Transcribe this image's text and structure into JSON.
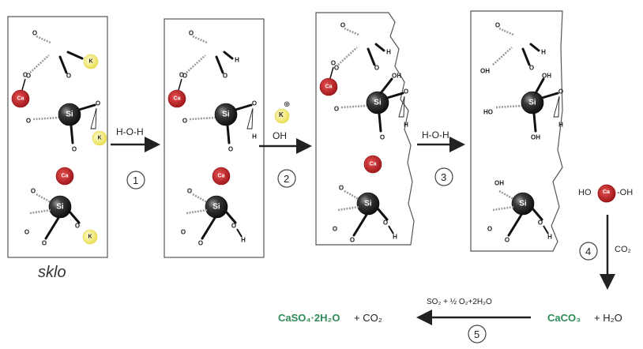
{
  "glass_label": "sklo",
  "atoms": {
    "si": "Si",
    "ca": "Ca",
    "k": "K",
    "o": "O",
    "h": "H",
    "oh": "OH"
  },
  "steps": {
    "s1": {
      "number": "1",
      "reagent": "H-O-H"
    },
    "s2": {
      "number": "2",
      "ion": "K",
      "ion_charge": "⊕",
      "oh": "OH"
    },
    "s3": {
      "number": "3",
      "reagent": "H-O-H"
    },
    "s4": {
      "number": "4",
      "reagent": "CO₂"
    },
    "s5": {
      "number": "5",
      "reagent": "SO₂ + ½ O₂+2H₂O"
    }
  },
  "species": {
    "ca_hydroxide_left": "HO",
    "ca_hydroxide_right": "-OH",
    "calcite": "CaCO₃",
    "calcite_water": "+ H₂O",
    "gypsum": "CaSO₄·2H₂O",
    "gypsum_co2": "+ CO₂"
  },
  "colors": {
    "ca": "#c8202a",
    "k": "#f2ea6a",
    "si": "#2a2a2a",
    "product": "#2e8b57",
    "arrow": "#222222"
  }
}
